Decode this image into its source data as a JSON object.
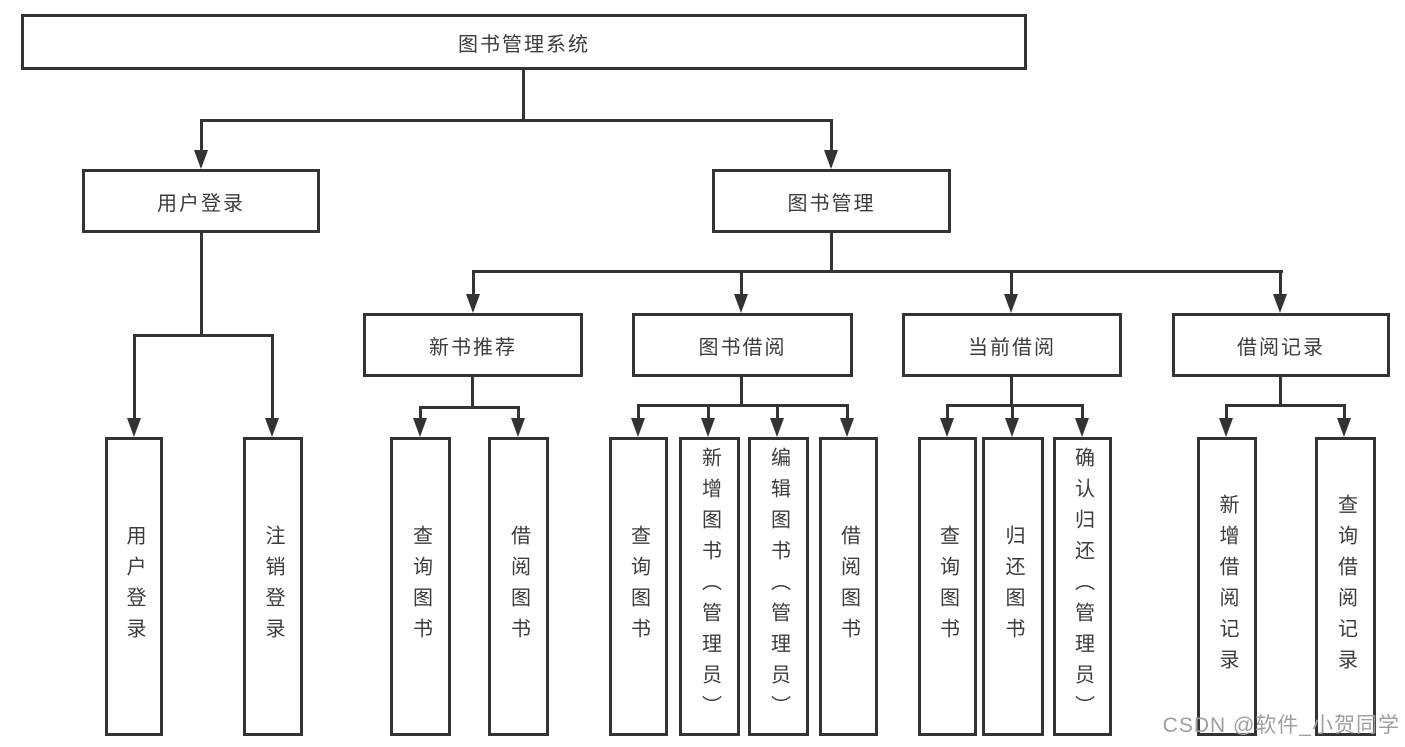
{
  "diagram": {
    "root": {
      "label": "图书管理系统"
    },
    "level2": [
      {
        "label": "用户登录"
      },
      {
        "label": "图书管理"
      }
    ],
    "level3": [
      {
        "label": "新书推荐"
      },
      {
        "label": "图书借阅"
      },
      {
        "label": "当前借阅"
      },
      {
        "label": "借阅记录"
      }
    ],
    "leaves": {
      "user_login": [
        "用户登录",
        "注销登录"
      ],
      "new_book": [
        "查询图书",
        "借阅图书"
      ],
      "book_borrow": [
        "查询图书",
        "新增图书（管理员）",
        "编辑图书（管理员）",
        "借阅图书"
      ],
      "current_borrow": [
        "查询图书",
        "归还图书",
        "确认归还（管理员）"
      ],
      "borrow_record": [
        "新增借阅记录",
        "查询借阅记录"
      ]
    },
    "watermark": "CSDN @软件_小贺同学",
    "colors": {
      "line": "#333333",
      "text": "#3c3c3c",
      "box_background": "#ffffff",
      "watermark": "#9f9f9f"
    }
  }
}
